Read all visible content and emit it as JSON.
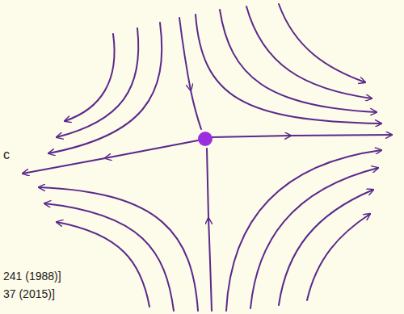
{
  "diagram": {
    "labels": [
      "c",
      "241 (1988)]",
      "37 (2015)]"
    ]
  }
}
